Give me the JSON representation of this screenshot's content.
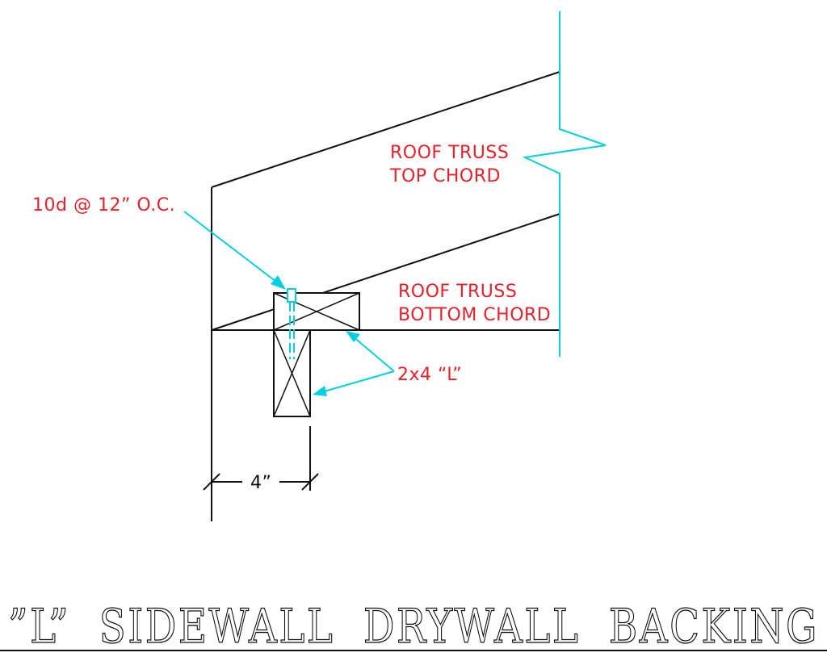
{
  "labels": {
    "top_chord_line1": "ROOF TRUSS",
    "top_chord_line2": "TOP CHORD",
    "bottom_chord_line1": "ROOF TRUSS",
    "bottom_chord_line2": "BOTTOM CHORD",
    "nailing": "10d @ 12” O.C.",
    "member": "2x4 “L”",
    "dimension": "4”"
  },
  "title": "”L”  SIDEWALL  DRYWALL  BACKING",
  "colors": {
    "annotation_text": "#e8202a",
    "leader_lines": "#00d0e0",
    "linework": "#111111"
  }
}
